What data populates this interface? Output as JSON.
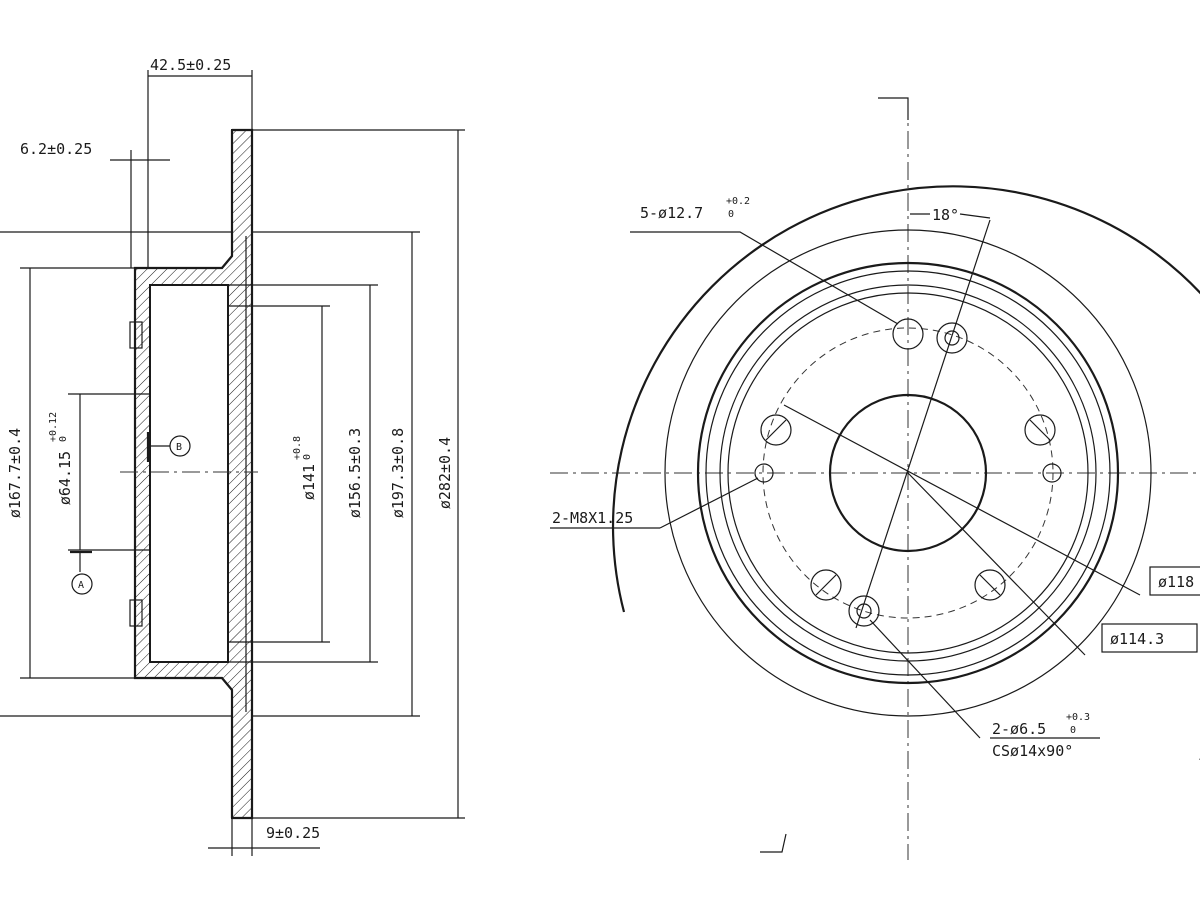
{
  "side_view": {
    "labels": {
      "hub_depth": "42.5±0.25",
      "hat_thickness": "6.2±0.25",
      "disc_thickness": "9±0.25",
      "d_167": "ø167.7±0.4",
      "d_64": "ø64.15",
      "d_64_tol_top": "+0.12",
      "d_64_tol_bottom": "0",
      "d_141": "ø141",
      "d_141_tol_top": "+0.8",
      "d_141_tol_bottom": "0",
      "d_156": "ø156.5±0.3",
      "d_197": "ø197.3±0.8",
      "d_282": "ø282±0.4",
      "datum_a": "A",
      "datum_b": "B"
    }
  },
  "front_view": {
    "labels": {
      "angle": "18°",
      "holes_5": "5-ø12.7",
      "holes_5_tol_top": "+0.2",
      "holes_5_tol_bottom": "0",
      "thread": "2-M8X1.25",
      "d_118": "ø118",
      "d_114": "ø114.3",
      "holes_2": "2-ø6.5",
      "holes_2_tol_top": "+0.3",
      "holes_2_tol_bottom": "0",
      "countersink": "CSø14x90°"
    }
  },
  "colors": {
    "line": "#1a1a1a",
    "background": "#ffffff"
  }
}
